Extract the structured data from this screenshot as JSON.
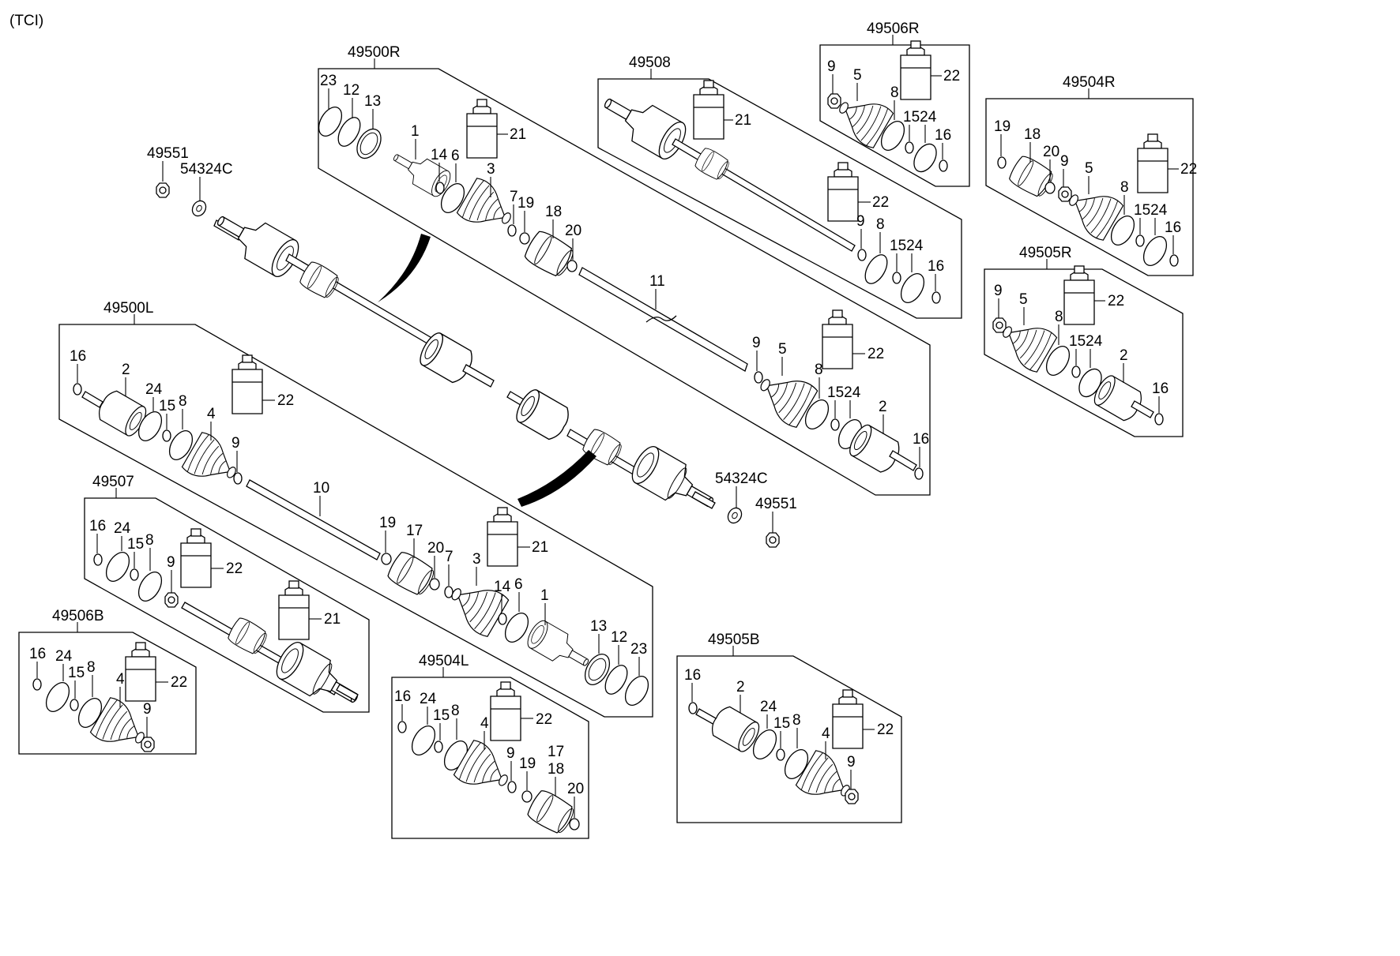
{
  "title": "(TCI)",
  "groups": {
    "g49500R": "49500R",
    "g49508": "49508",
    "g49506R": "49506R",
    "g49504R": "49504R",
    "g49505R": "49505R",
    "g49500L": "49500L",
    "g49507": "49507",
    "g49506B": "49506B",
    "g49504L": "49504L",
    "g49505B": "49505B",
    "g49551a": "49551",
    "g54324Ca": "54324C",
    "g54324Cb": "54324C",
    "g49551b": "49551"
  },
  "labels": {
    "r23": "23",
    "r12": "12",
    "r13": "13",
    "r1": "1",
    "r14": "14",
    "r6": "6",
    "r3": "3",
    "r21": "21",
    "r7": "7",
    "r19": "19",
    "r18": "18",
    "r20": "20",
    "r11": "11",
    "r9": "9",
    "r5": "5",
    "r22": "22",
    "r8": "8",
    "r1524": "1524",
    "r2": "2",
    "r16": "16",
    "e21": "21",
    "e22": "22",
    "e9": "9",
    "e8": "8",
    "e1524": "1524",
    "e16": "16",
    "s9": "9",
    "s5": "5",
    "s8": "8",
    "s22": "22",
    "s1524": "1524",
    "s16": "16",
    "t19": "19",
    "t18": "18",
    "t20": "20",
    "t9": "9",
    "t5": "5",
    "t22": "22",
    "t8": "8",
    "t1524": "1524",
    "t16": "16",
    "u9": "9",
    "u5": "5",
    "u22": "22",
    "u8": "8",
    "u1524": "1524",
    "u2": "2",
    "u16": "16",
    "l16": "16",
    "l2": "2",
    "l24": "24",
    "l15": "15",
    "l8": "8",
    "l4": "4",
    "l22": "22",
    "l9": "9",
    "l10": "10",
    "l19": "19",
    "l17": "17",
    "l20": "20",
    "l7": "7",
    "l3": "3",
    "l21": "21",
    "l14": "14",
    "l6": "6",
    "l1": "1",
    "l13": "13",
    "l12": "12",
    "l23": "23",
    "m16": "16",
    "m24": "24",
    "m15": "15",
    "m8": "8",
    "m9": "9",
    "m22": "22",
    "m21": "21",
    "n16": "16",
    "n24": "24",
    "n15": "15",
    "n8": "8",
    "n4": "4",
    "n22": "22",
    "n9": "9",
    "p16": "16",
    "p24": "24",
    "p15": "15",
    "p8": "8",
    "p4": "4",
    "p22": "22",
    "p9": "9",
    "p19": "19",
    "p17": "17",
    "p18": "18",
    "p20": "20",
    "q16": "16",
    "q2": "2",
    "q24": "24",
    "q15": "15",
    "q8": "8",
    "q4": "4",
    "q22": "22",
    "q9": "9"
  }
}
